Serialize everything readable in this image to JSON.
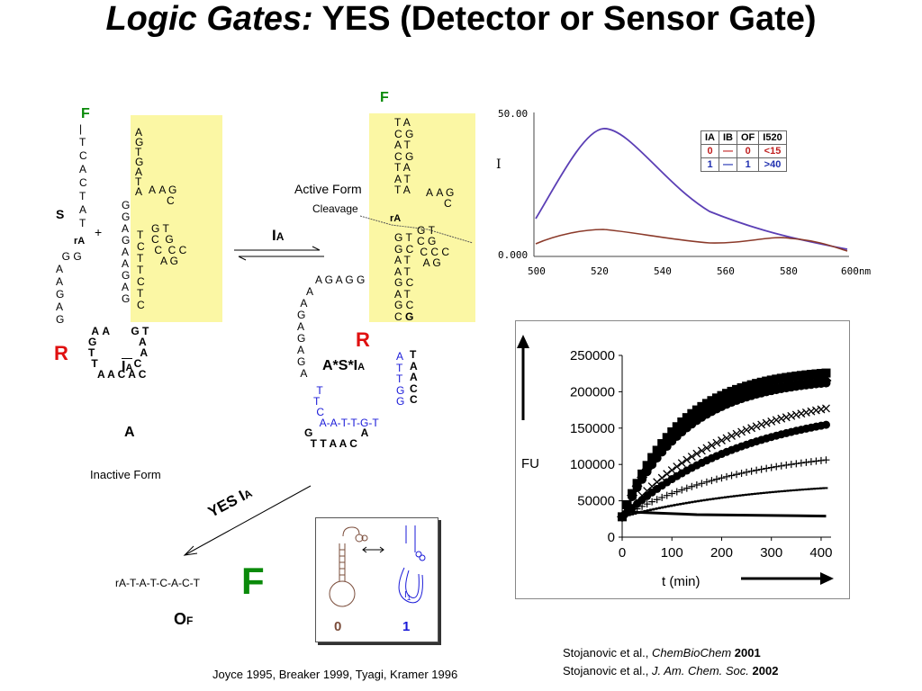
{
  "title": {
    "italic": "Logic Gates:",
    "rest": " YES (Detector or Sensor Gate)"
  },
  "labels": {
    "F_left": "F",
    "S": "S",
    "plus": "+",
    "rA_left": "rA",
    "R_left": "R",
    "IA_loop": "I",
    "IA_loop_sub": "A",
    "A_bottom": "A",
    "inactive_form": "Inactive Form",
    "arrow_IA": "I",
    "arrow_IA_sub": "A",
    "active_form": "Active Form",
    "cleavage": "Cleavage",
    "F_mid": "F",
    "rA_mid": "rA",
    "R_mid": "R",
    "complex": "A*S*I",
    "complex_sub": "A",
    "yes_ia": "YES I",
    "yes_ia_sub": "A",
    "product_seq": "rA-T-A-T-C-A-C-T",
    "F_big": "F",
    "OF": "O",
    "OF_sub": "F",
    "inset_0": "0",
    "inset_1": "1",
    "inset_I1": "I",
    "refs_left": "Joyce 1995, Breaker 1999, Tyagi, Kramer 1996",
    "ref1_a": "Stojanovic et al., ",
    "ref1_j": "ChemBioChem",
    "ref1_y": " 2001",
    "ref2_a": "Stojanovic et al., ",
    "ref2_j": "J. Am. Chem. Soc.",
    "ref2_y": " 2002"
  },
  "spectrum": {
    "y_top": "50.00",
    "y_bottom": "0.000",
    "ylabel": "I",
    "xticks": [
      "500",
      "520",
      "540",
      "560",
      "580",
      "600nm"
    ],
    "table": {
      "headers": [
        "IA",
        "IB",
        "OF",
        "I520"
      ],
      "rows": [
        [
          "0",
          "—",
          "0",
          "<15"
        ],
        [
          "1",
          "—",
          "1",
          ">40"
        ]
      ]
    }
  },
  "chart_data": {
    "type": "scatter",
    "xlabel": "t (min)",
    "ylabel": "FU",
    "x_ticks": [
      "0",
      "100",
      "200",
      "300",
      "400"
    ],
    "y_ticks": [
      "0",
      "50000",
      "100000",
      "150000",
      "200000",
      "250000"
    ],
    "xlim": [
      0,
      420
    ],
    "ylim": [
      0,
      250000
    ],
    "series": [
      {
        "marker": "square",
        "plateau": 232000,
        "k": 0.0085
      },
      {
        "marker": "diamond",
        "plateau": 222000,
        "k": 0.0082
      },
      {
        "marker": "circle-lg",
        "plateau": 220000,
        "k": 0.0078
      },
      {
        "marker": "x",
        "plateau": 205000,
        "k": 0.0045
      },
      {
        "marker": "circle",
        "plateau": 185000,
        "k": 0.004
      },
      {
        "marker": "plus",
        "plateau": 125000,
        "k": 0.004
      },
      {
        "marker": "dash",
        "plateau": 80000,
        "k": 0.0035
      },
      {
        "marker": "line",
        "plateau": 29000,
        "k": 0.0
      }
    ]
  }
}
